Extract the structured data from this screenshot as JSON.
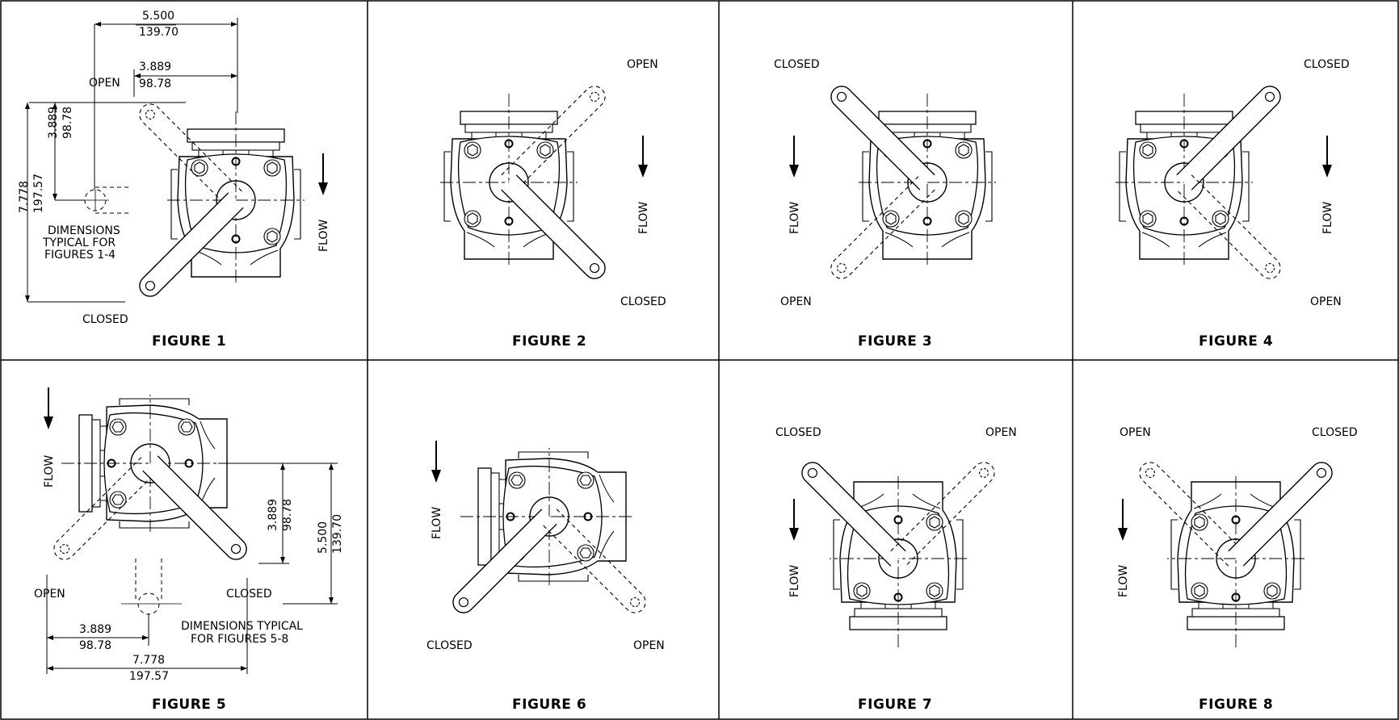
{
  "figures": [
    {
      "title": "FIGURE 1",
      "open": "OPEN",
      "closed": "CLOSED",
      "flow": "FLOW"
    },
    {
      "title": "FIGURE 2",
      "open": "OPEN",
      "closed": "CLOSED",
      "flow": "FLOW"
    },
    {
      "title": "FIGURE 3",
      "open": "OPEN",
      "closed": "CLOSED",
      "flow": "FLOW"
    },
    {
      "title": "FIGURE 4",
      "open": "OPEN",
      "closed": "CLOSED",
      "flow": "FLOW"
    },
    {
      "title": "FIGURE 5",
      "open": "OPEN",
      "closed": "CLOSED",
      "flow": "FLOW"
    },
    {
      "title": "FIGURE 6",
      "open": "OPEN",
      "closed": "CLOSED",
      "flow": "FLOW"
    },
    {
      "title": "FIGURE 7",
      "open": "OPEN",
      "closed": "CLOSED",
      "flow": "FLOW"
    },
    {
      "title": "FIGURE 8",
      "open": "OPEN",
      "closed": "CLOSED",
      "flow": "FLOW"
    }
  ],
  "fig1_dims": {
    "width_in": "5.500",
    "width_mm": "139.70",
    "offset_in": "3.889",
    "offset_mm": "98.78",
    "v_offset_in": "3.889",
    "v_offset_mm": "98.78",
    "height_in": "7.778",
    "height_mm": "197.57",
    "note_line1": "DIMENSIONS",
    "note_line2": "TYPICAL FOR",
    "note_line3": "FIGURES 1-4"
  },
  "fig5_dims": {
    "v_offset_in": "3.889",
    "v_offset_mm": "98.78",
    "height_in": "5.500",
    "height_mm": "139.70",
    "h_offset_in": "3.889",
    "h_offset_mm": "98.78",
    "width_in": "7.778",
    "width_mm": "197.57",
    "note_line1": "DIMENSIONS TYPICAL",
    "note_line2": "FOR FIGURES 5-8"
  }
}
